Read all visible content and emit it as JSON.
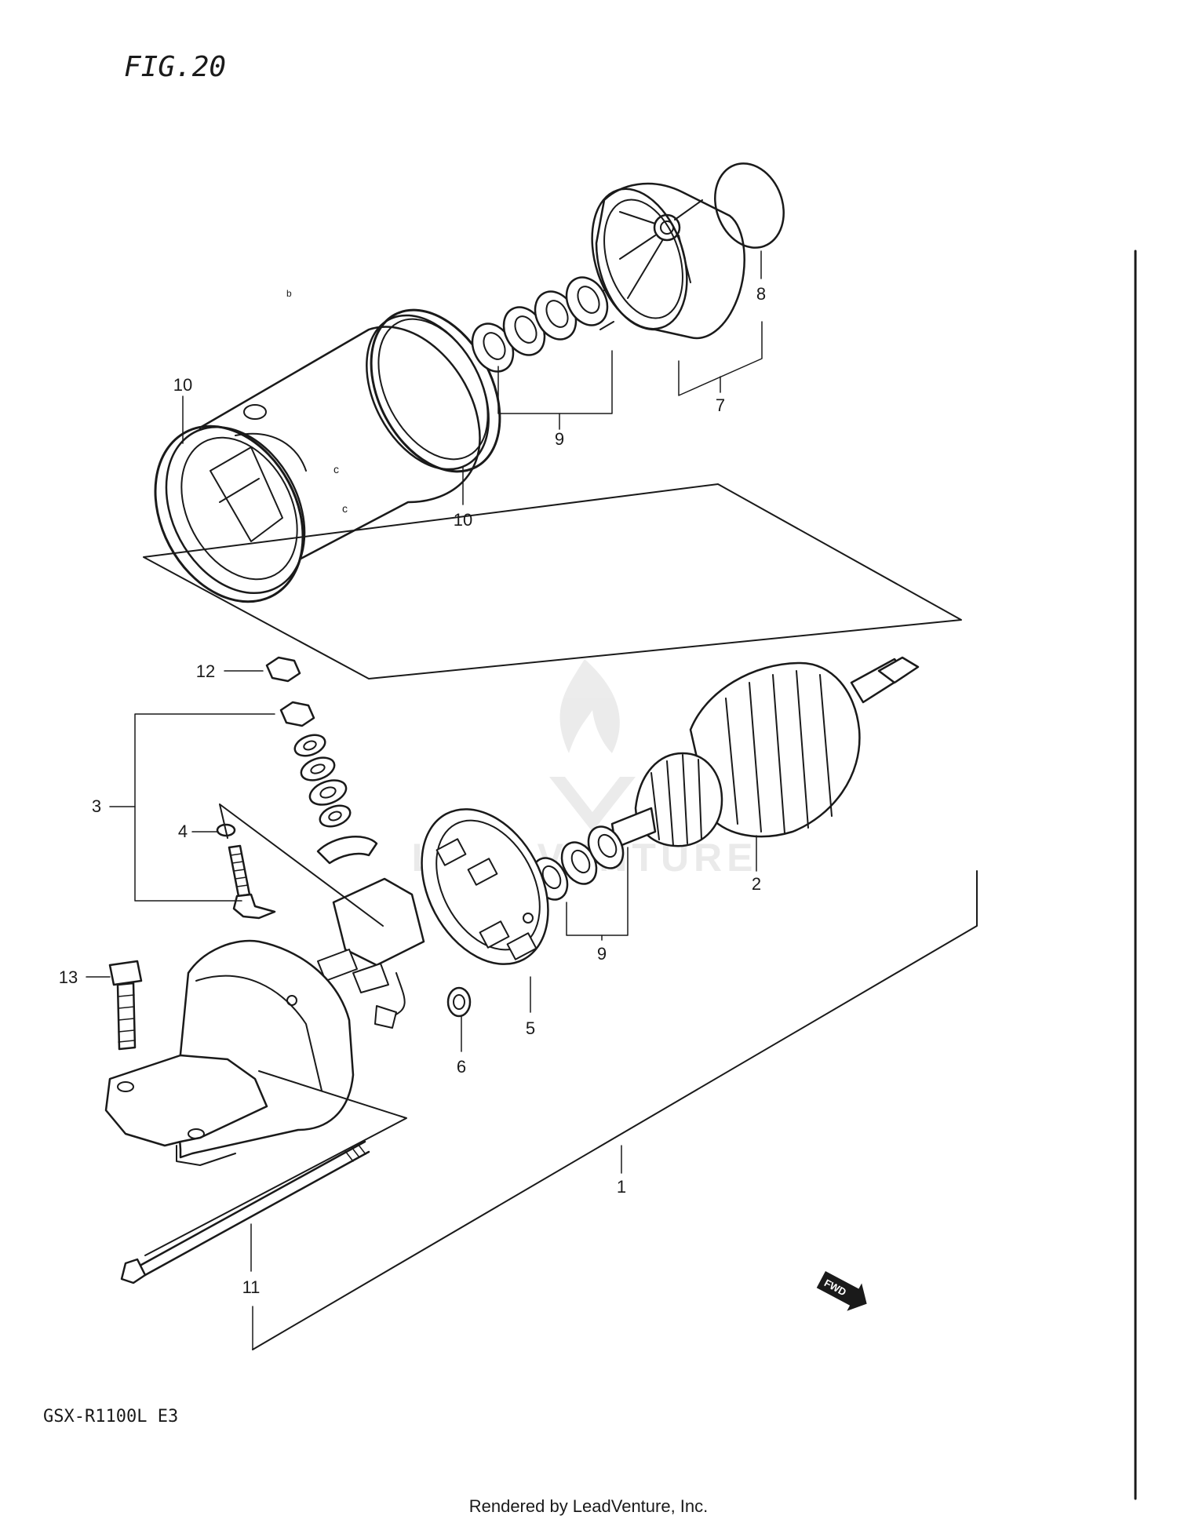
{
  "figure_label": "FIG.20",
  "model_code": "GSX-R1100L  E3",
  "footer": "Rendered by LeadVenture, Inc.",
  "watermark_text": "LEADVENTURE",
  "fwd_badge": "FWD",
  "callouts": {
    "c1": "1",
    "c2": "2",
    "c3": "3",
    "c4": "4",
    "c5": "5",
    "c6": "6",
    "c7": "7",
    "c8": "8",
    "c9a": "9",
    "c9b": "9",
    "c10a": "10",
    "c10b": "10",
    "c11": "11",
    "c12": "12",
    "c13": "13"
  }
}
